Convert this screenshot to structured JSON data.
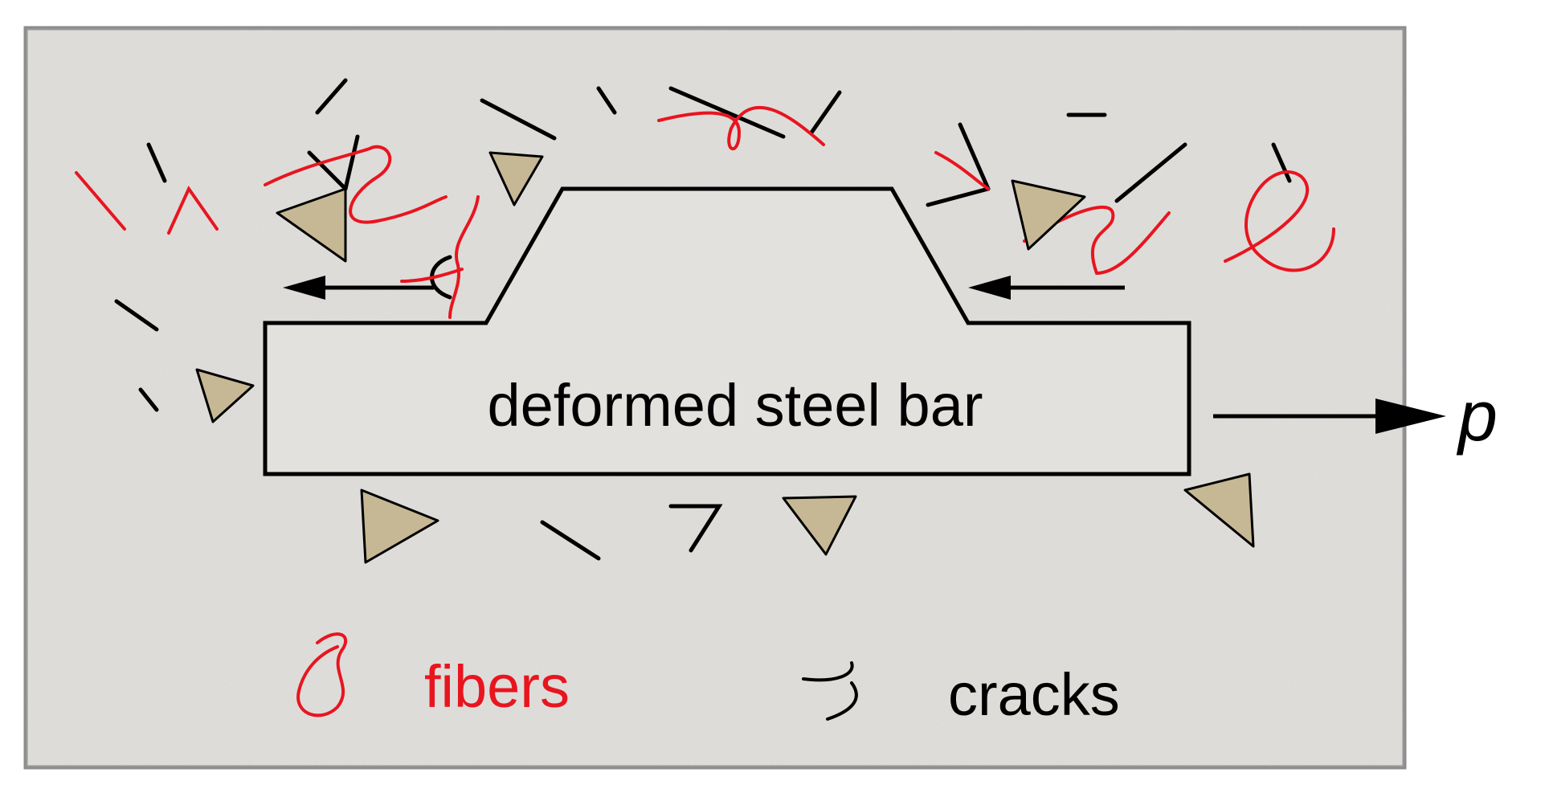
{
  "labels": {
    "bar": "deformed steel bar",
    "load": "p",
    "fibers": "fibers",
    "cracks": "cracks"
  },
  "colors": {
    "concrete": "#e3e1de",
    "border": "#8c8c8c",
    "bar_fill": "#e3e1de",
    "bar_outline": "#000000",
    "fiber": "#e8151f",
    "crack": "#000000",
    "aggregate": "#c6b894",
    "text": "#000000"
  }
}
